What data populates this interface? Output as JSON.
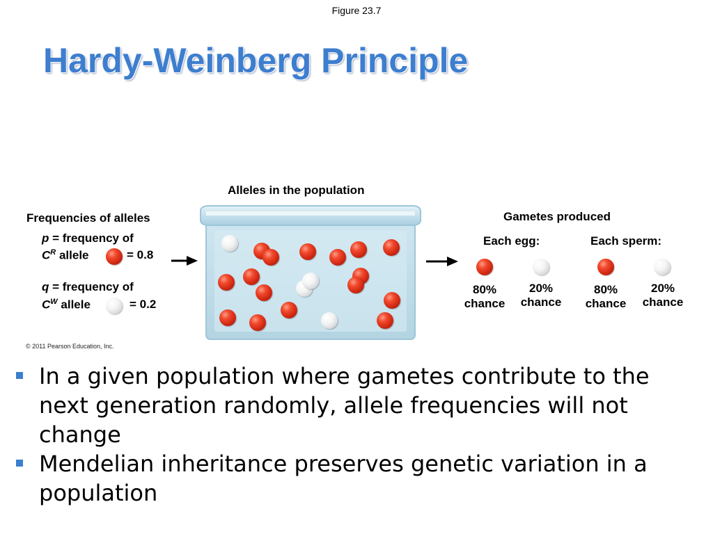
{
  "figure_label": "Figure 23.7",
  "title": "Hardy-Weinberg Principle",
  "diagram": {
    "alleles_in_population": "Alleles in the population",
    "frequencies_heading": "Frequencies of alleles",
    "p_line1_var": "p",
    "p_line1_rest": " = frequency of",
    "p_line2_base": "C",
    "p_line2_sup": "R",
    "p_line2_rest": " allele",
    "p_value": "= 0.8",
    "q_line1_var": "q",
    "q_line1_rest": " = frequency of",
    "q_line2_base": "C",
    "q_line2_sup": "W",
    "q_line2_rest": " allele",
    "q_value": "= 0.2",
    "gametes_heading": "Gametes produced",
    "each_egg": "Each egg:",
    "each_sperm": "Each sperm:",
    "egg_red_pct": "80%",
    "egg_red_chance": "chance",
    "egg_white_pct": "20%",
    "egg_white_chance": "chance",
    "sperm_red_pct": "80%",
    "sperm_red_chance": "chance",
    "sperm_white_pct": "20%",
    "sperm_white_chance": "chance",
    "copyright": "© 2011 Pearson Education, Inc.",
    "colors": {
      "red_allele": "#e0321c",
      "white_allele": "#eeeeee",
      "title_blue": "#3d7ecf"
    }
  },
  "bullets": [
    {
      "line1": "In a given population where gametes contribute to the",
      "line2": "next generation randomly, allele frequencies will not",
      "line3": "change"
    },
    {
      "line1": "Mendelian inheritance preserves genetic variation in a",
      "line2": "population"
    }
  ]
}
